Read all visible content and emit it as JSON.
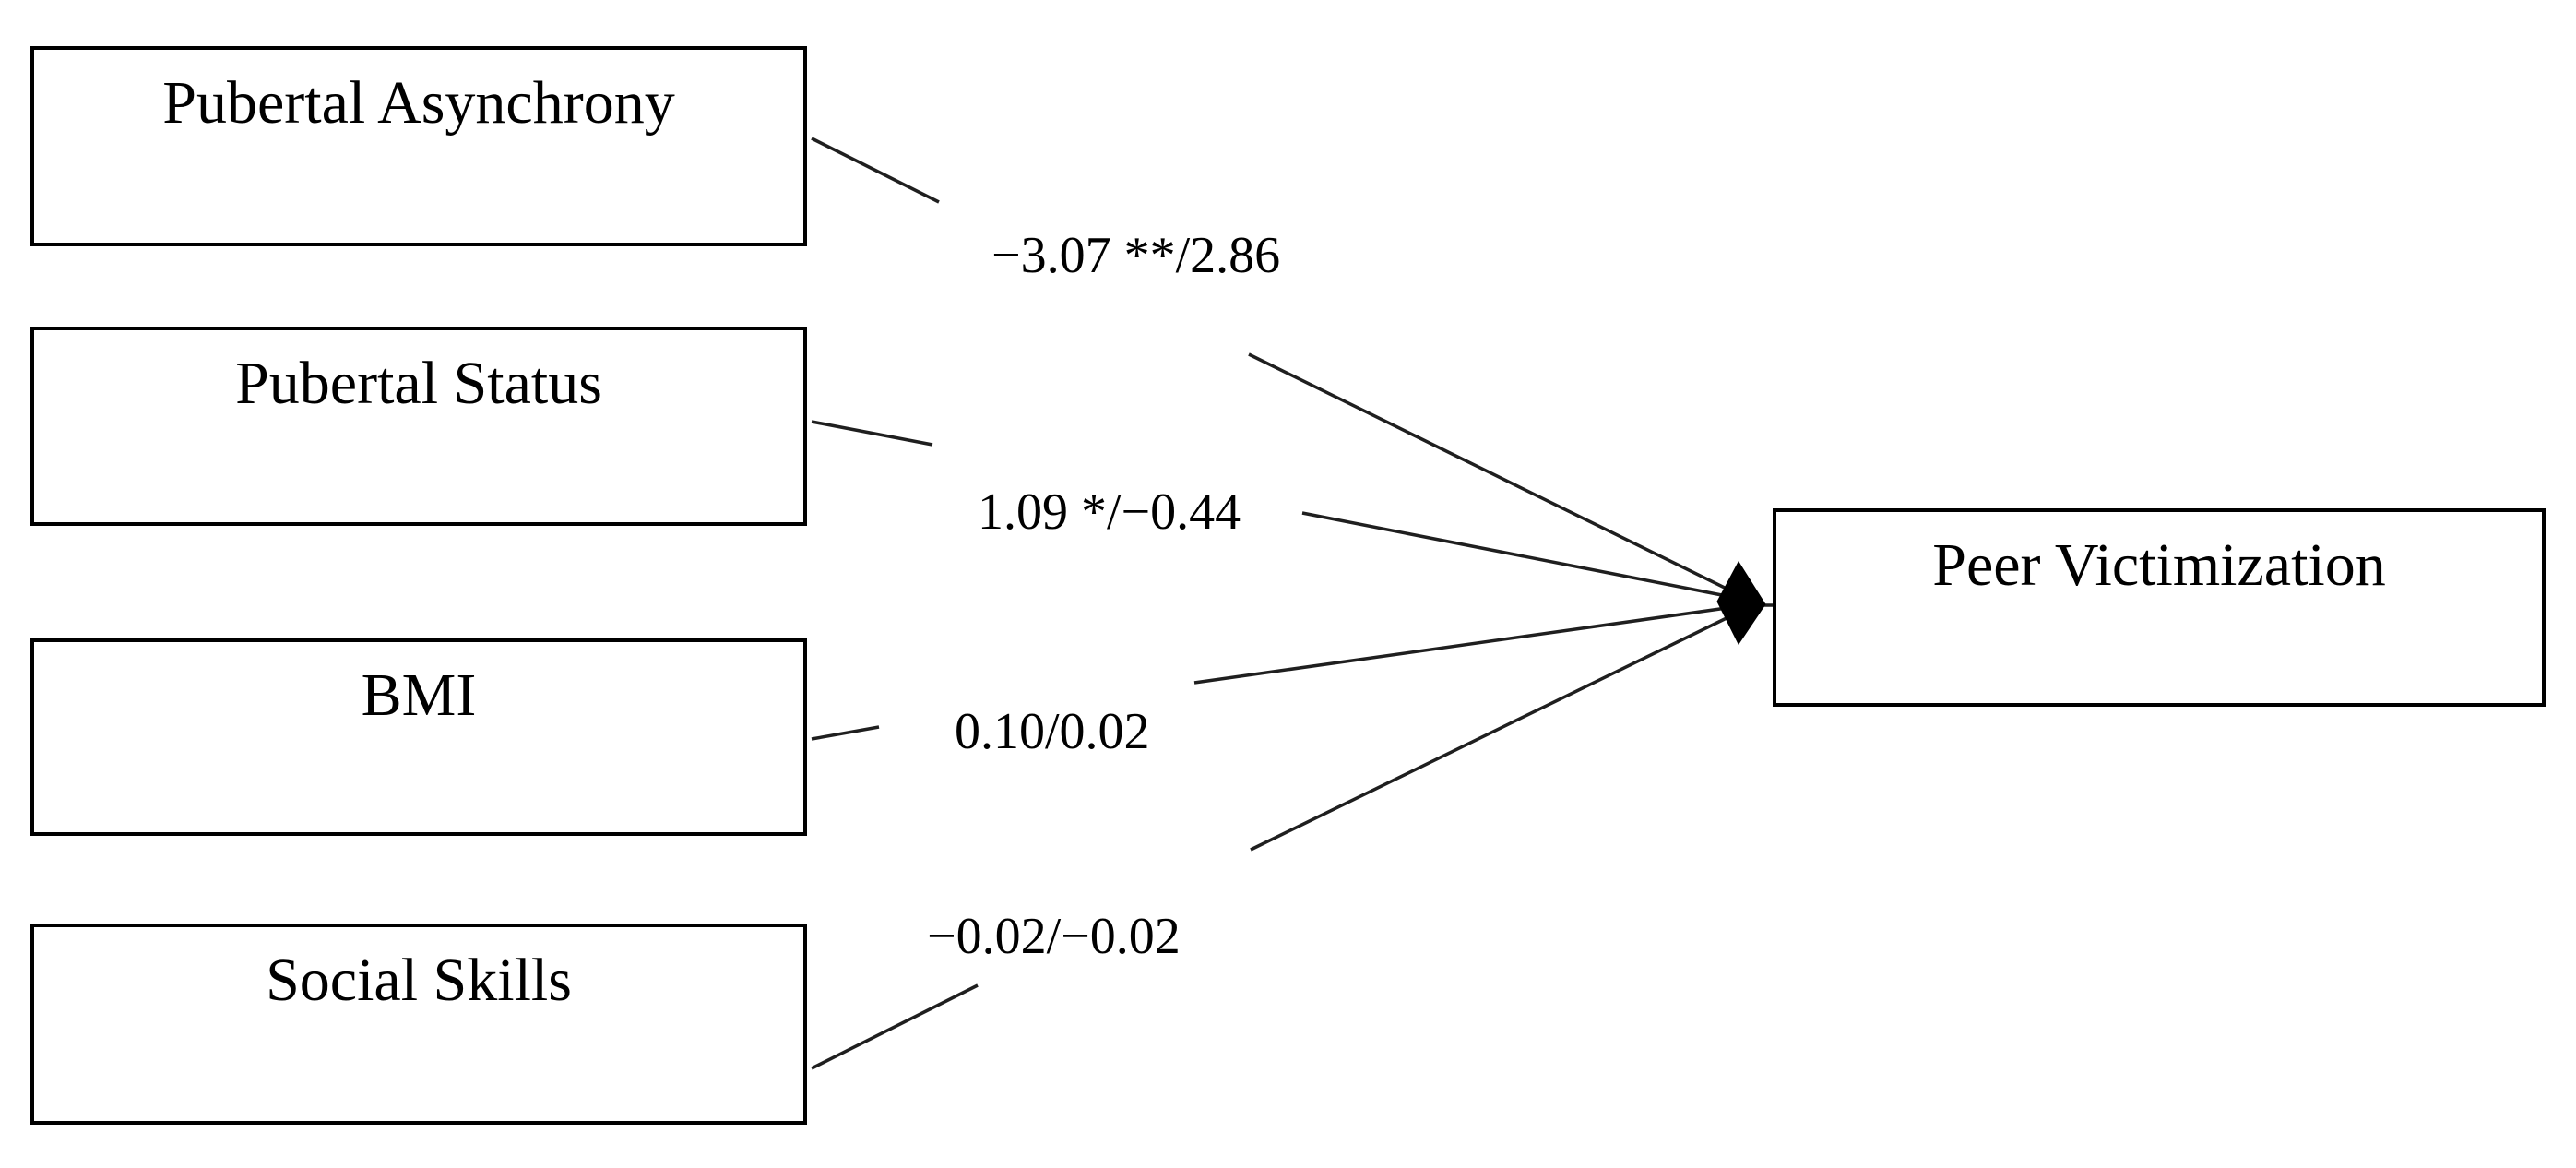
{
  "figure": {
    "background_color": "#ffffff",
    "line_color": "#1f1f1f",
    "border_color": "#000000",
    "text_color": "#000000",
    "arrowhead_style": "filled-diamond",
    "predictors": [
      {
        "id": "pubertal-asynchrony",
        "label": "Pubertal Asynchrony",
        "coefficient": "−3.07 **/2.86"
      },
      {
        "id": "pubertal-status",
        "label": "Pubertal Status",
        "coefficient": "1.09 */−0.44"
      },
      {
        "id": "bmi",
        "label": "BMI",
        "coefficient": "0.10/0.02"
      },
      {
        "id": "social-skills",
        "label": "Social Skills",
        "coefficient": "−0.02/−0.02"
      }
    ],
    "outcome": {
      "label": "Peer Victimization"
    }
  }
}
